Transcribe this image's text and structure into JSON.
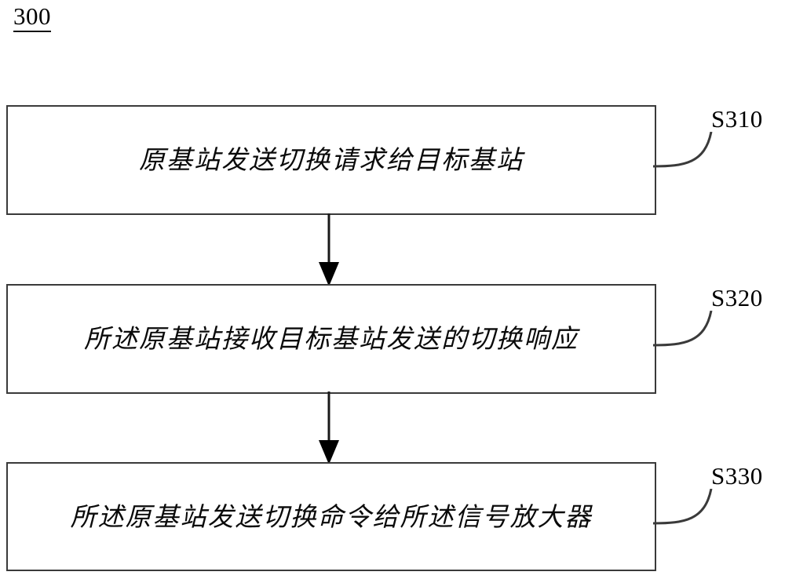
{
  "figure": {
    "number": "300"
  },
  "flowchart": {
    "type": "patent-process-flowchart",
    "orientation": "vertical",
    "line_color": "#3a3a3a",
    "text_color": "#0a0a0a",
    "steps": [
      {
        "ref": "S310",
        "text": "原基站发送切换请求给目标基站"
      },
      {
        "ref": "S320",
        "text": "所述原基站接收目标基站发送的切换响应"
      },
      {
        "ref": "S330",
        "text": "所述原基站发送切换命令给所述信号放大器"
      }
    ],
    "connectors": [
      {
        "from": "S310",
        "to": "S320",
        "arrow": "down-filled-triangle"
      },
      {
        "from": "S320",
        "to": "S330",
        "arrow": "down-filled-triangle"
      }
    ]
  }
}
